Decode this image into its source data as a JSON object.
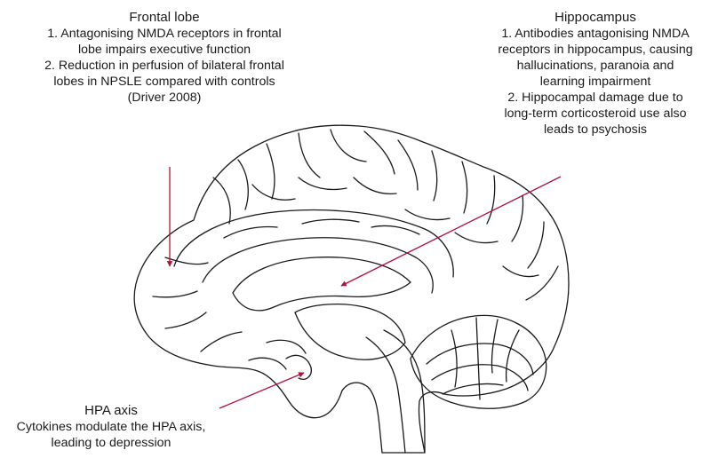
{
  "labels": {
    "frontal": {
      "title": "Frontal lobe",
      "lines": [
        "1. Antagonising NMDA receptors in frontal",
        "lobe impairs executive function",
        "2. Reduction in perfusion of bilateral frontal",
        "lobes in NPSLE compared with controls",
        "(Driver 2008)"
      ]
    },
    "hippocampus": {
      "title": "Hippocampus",
      "lines": [
        "1. Antibodies antagonising NMDA",
        "receptors in hippocampus, causing",
        "hallucinations, paranoia and",
        "learning impairment",
        "2. Hippocampal damage due to",
        "long-term corticosteroid use also",
        "leads to psychosis"
      ]
    },
    "hpa": {
      "title": "HPA axis",
      "lines": [
        "Cytokines modulate the HPA axis,",
        "leading to depression"
      ]
    }
  },
  "colors": {
    "arrow": "#b5103c",
    "outline": "#1a1a1a",
    "text": "#1a1a1a"
  }
}
